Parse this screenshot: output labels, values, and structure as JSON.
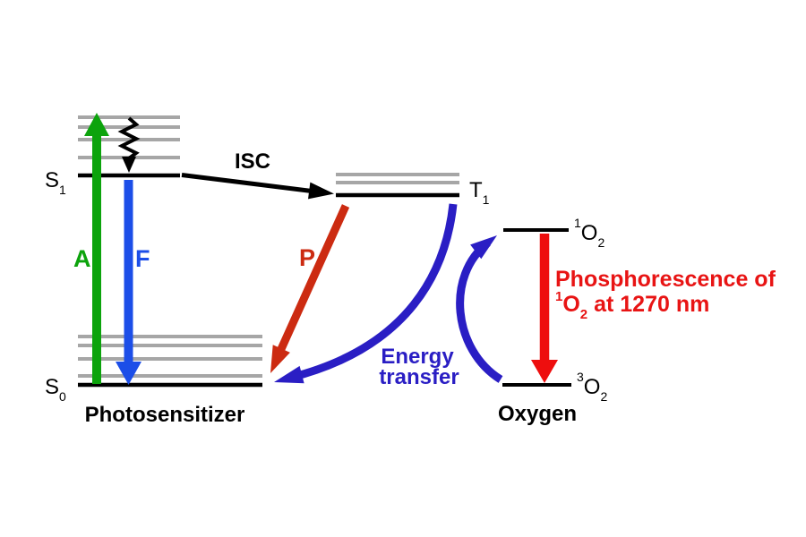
{
  "diagram": {
    "levels": {
      "s1": {
        "base": "S",
        "sub": "1"
      },
      "s0": {
        "base": "S",
        "sub": "0"
      },
      "t1": {
        "base": "T",
        "sub": "1"
      },
      "singlet_oxygen": {
        "sup": "1",
        "base": "O",
        "sub": "2"
      },
      "triplet_oxygen": {
        "sup": "3",
        "base": "O",
        "sub": "2"
      }
    },
    "arrow_labels": {
      "absorption": "A",
      "fluorescence": "F",
      "phosphorescence": "P",
      "intersystem_crossing": "ISC"
    },
    "annotations": {
      "energy_transfer": {
        "line1": "Energy",
        "line2": "transfer"
      },
      "singlet_oxygen_phosphorescence": {
        "line1": "Phosphorescence of",
        "line2_sup": "1",
        "line2_base": "O",
        "line2_sub": "2",
        "line2_rest": " at 1270 nm"
      }
    },
    "captions": {
      "photosensitizer": "Photosensitizer",
      "oxygen": "Oxygen"
    },
    "colors": {
      "absorption_green": "#0CA30C",
      "fluorescence_blue": "#1C4EE8",
      "energy_transfer_blue": "#2A1EC4",
      "phosphorescence_red": "#CC2B11",
      "oxygen_decay_red": "#EE0E0E",
      "annotation_red": "#E81414",
      "vibrational_gray": "#A6A6A6",
      "level_black": "#000000"
    }
  }
}
